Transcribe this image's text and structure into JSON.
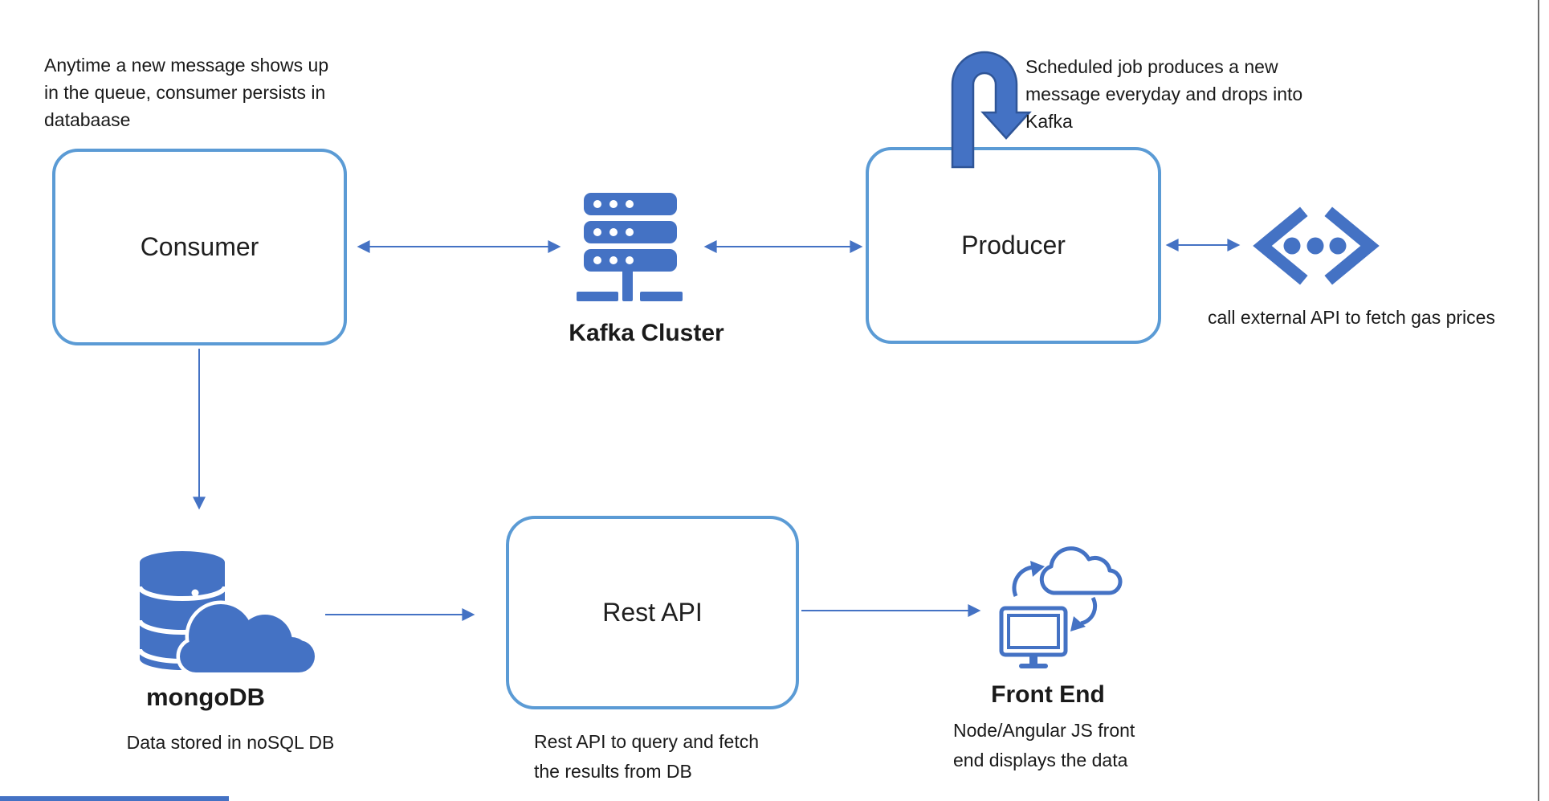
{
  "annotations": {
    "consumer_note": [
      "Anytime a new message shows up",
      "in the queue, consumer persists in",
      "databaase"
    ],
    "producer_note": [
      "Scheduled job produces a new",
      "message everyday and drops into",
      "Kafka"
    ],
    "api_note": "call external API to fetch gas prices"
  },
  "nodes": {
    "consumer": {
      "label": "Consumer"
    },
    "kafka": {
      "label": "Kafka Cluster",
      "icon": "server-stack-icon"
    },
    "producer": {
      "label": "Producer"
    },
    "external_api": {
      "icon": "code-brackets-icon"
    },
    "mongodb": {
      "label": "mongoDB",
      "caption": "Data stored in noSQL DB",
      "icon": "database-cloud-icon"
    },
    "rest_api": {
      "label": "Rest API",
      "caption": [
        "Rest API to query and fetch",
        "the results from DB"
      ]
    },
    "front_end": {
      "label": "Front End",
      "caption": [
        "Node/Angular JS front",
        "end displays the data"
      ],
      "icon": "monitor-cloud-sync-icon"
    },
    "scheduled_job": {
      "icon": "u-turn-arrow-icon"
    }
  },
  "colors": {
    "box_border": "#5B9BD5",
    "icon_fill": "#4472C4",
    "u_arrow_fill": "#4472C4",
    "u_arrow_outline": "#2F5597",
    "connector": "#4472C4",
    "text": "#1a1a1a",
    "background": "#ffffff"
  }
}
